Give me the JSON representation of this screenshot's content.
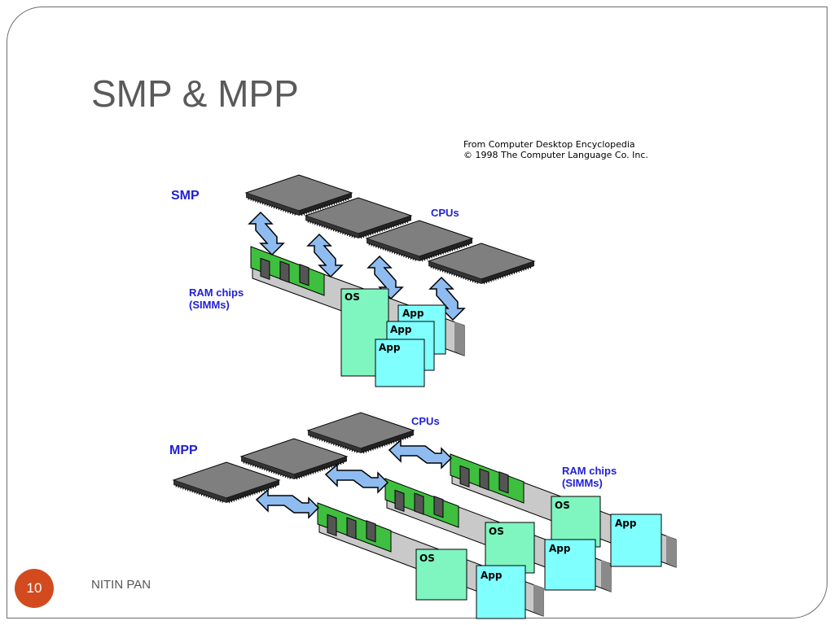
{
  "slide": {
    "title": "SMP & MPP",
    "page_number": "10",
    "footer": "NITIN PAN",
    "accent_color": "#d24a1e"
  },
  "source": {
    "line1": "From Computer Desktop Encyclopedia",
    "line2": "© 1998 The Computer Language Co. Inc."
  },
  "smp": {
    "heading": "SMP",
    "cpus_label": "CPUs",
    "ram_label_1": "RAM chips",
    "ram_label_2": "(SIMMs)",
    "os_label": "OS",
    "app_labels": [
      "App",
      "App",
      "App"
    ]
  },
  "mpp": {
    "heading": "MPP",
    "cpus_label": "CPUs",
    "ram_label_1": "RAM chips",
    "ram_label_2": "(SIMMs)",
    "os_labels": [
      "OS",
      "OS",
      "OS"
    ],
    "app_labels": [
      "App",
      "App",
      "App"
    ]
  },
  "colors": {
    "heading_blue": "#1f1fd6",
    "cpu_gray": "#7f7f7f",
    "arrow_blue": "#8fbcf0",
    "ram_green": "#3fbf3f",
    "os_green": "#7ff5c0",
    "app_cyan": "#80ffff",
    "slab_gray": "#c9c9c9"
  }
}
